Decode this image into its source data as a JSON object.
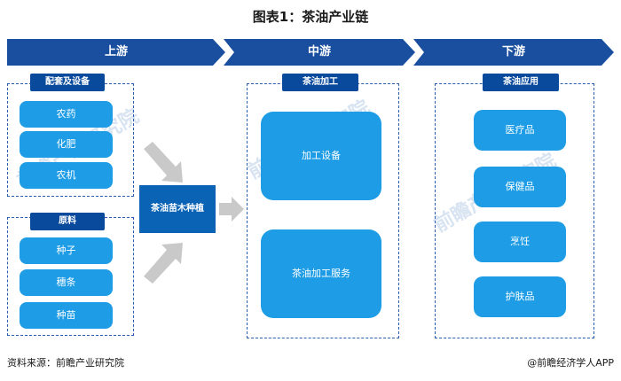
{
  "title": "图表1：茶油产业链",
  "stages": {
    "upstream": "上游",
    "midstream": "中游",
    "downstream": "下游"
  },
  "upstream": {
    "equipment": {
      "tag": "配套及设备",
      "items": [
        "农药",
        "化肥",
        "农机"
      ]
    },
    "materials": {
      "tag": "原料",
      "items": [
        "种子",
        "穗条",
        "种苗"
      ]
    },
    "center": "茶油苗木种植"
  },
  "midstream": {
    "tag": "茶油加工",
    "items": [
      "加工设备",
      "茶油加工服务"
    ]
  },
  "downstream": {
    "tag": "茶油应用",
    "items": [
      "医疗品",
      "保健品",
      "烹饪",
      "护肤品"
    ]
  },
  "footer": {
    "source": "资料来源：前瞻产业研究院",
    "brand": "@前瞻经济学人APP"
  },
  "colors": {
    "stage_bar": "#1a4fa0",
    "dark_tag": "#0a4a9c",
    "pill": "#1e9de6",
    "center_box": "#0a63b5",
    "arrow": "#c9c9c9"
  }
}
